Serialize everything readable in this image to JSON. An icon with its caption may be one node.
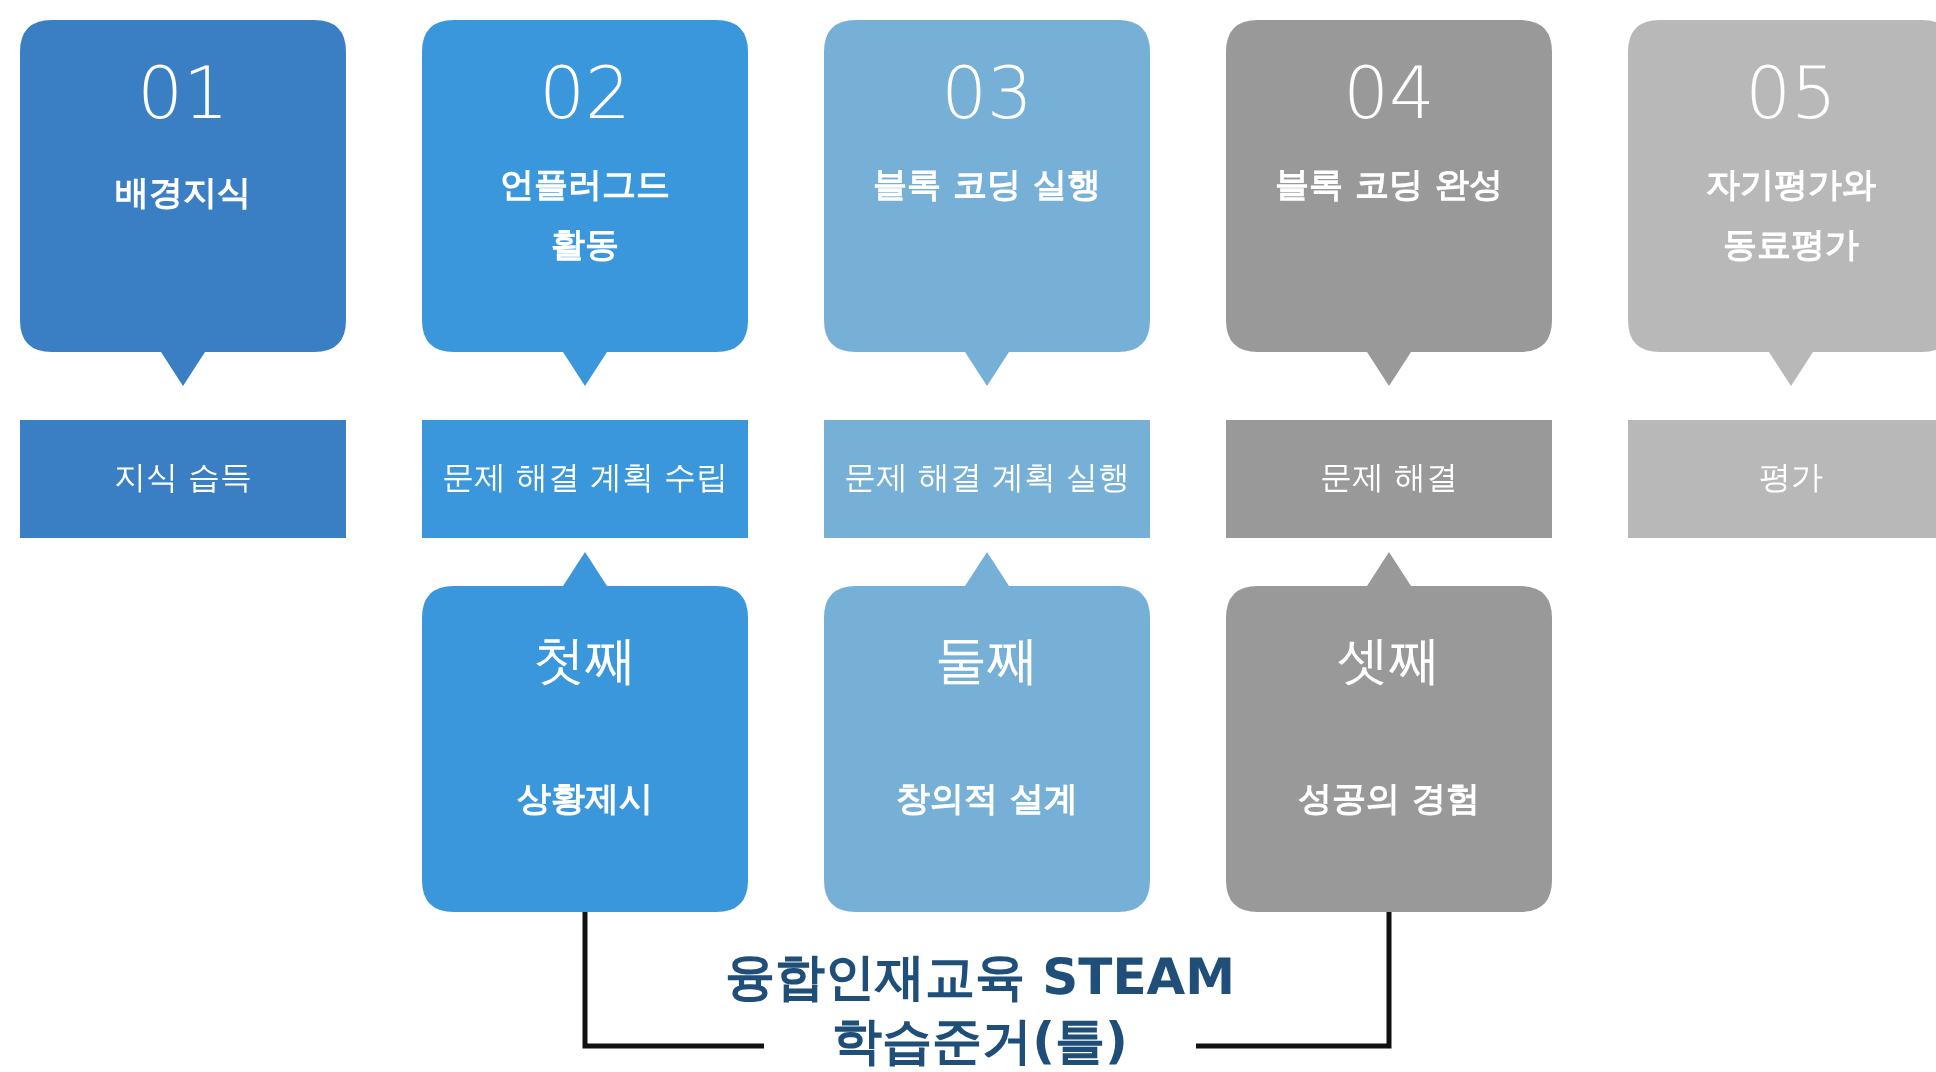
{
  "diagram": {
    "nodes": [
      {
        "text": [
          "01",
          "배경지식"
        ]
      },
      {
        "text": [
          "02",
          "언플러그드 활동"
        ]
      },
      {
        "text": [
          "03",
          "블록 코딩 실행"
        ]
      },
      {
        "text": [
          "04",
          "블록 코딩 완성"
        ]
      },
      {
        "text": [
          "05",
          "자기평가와 동료평가"
        ]
      },
      {
        "text": [
          "지식 습득"
        ]
      },
      {
        "text": [
          "문제 해결 계획 수립"
        ]
      },
      {
        "text": [
          "문제 해결 계획 실행"
        ]
      },
      {
        "text": [
          "문제 해결"
        ]
      },
      {
        "text": [
          "평가"
        ]
      },
      {
        "text": [
          "첫째",
          "상황제시"
        ]
      },
      {
        "text": [
          "둘째",
          "창의적 설계"
        ]
      },
      {
        "text": [
          "셋째",
          "성공의 경험"
        ]
      },
      {
        "text": [
          "융합인재교육 STEAM 학습준거(틀)"
        ]
      }
    ],
    "edges": [
      {
        "from": 10,
        "to": 13,
        "arrow": "none"
      },
      {
        "from": 12,
        "to": 13,
        "arrow": "none"
      }
    ]
  }
}
